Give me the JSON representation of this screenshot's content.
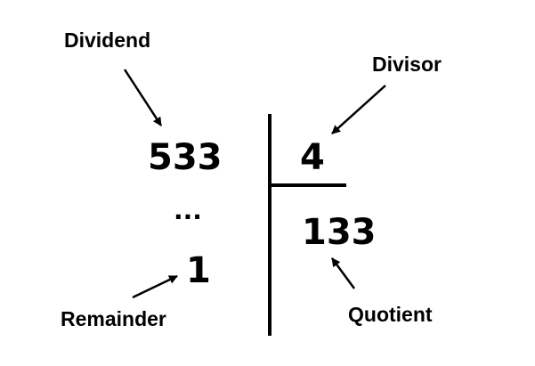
{
  "labels": {
    "dividend": "Dividend",
    "divisor": "Divisor",
    "remainder": "Remainder",
    "quotient": "Quotient"
  },
  "numbers": {
    "dividend": "533",
    "divisor": "4",
    "quotient": "133",
    "remainder": "1",
    "ellipsis": "..."
  }
}
